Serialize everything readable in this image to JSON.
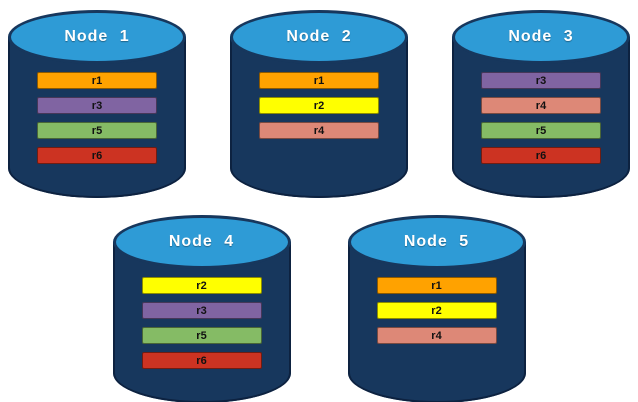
{
  "palette": {
    "cylinder_body": "#17375D",
    "cylinder_top": "#2E9BD6",
    "r1": "#FFA200",
    "r2": "#FFFF00",
    "r3": "#8064A2",
    "r4": "#DD8877",
    "r5": "#85BB65",
    "r6": "#CC3322"
  },
  "nodes": [
    {
      "title": "Node 1",
      "records": [
        {
          "label": "r1",
          "color": "#FFA200"
        },
        {
          "label": "r3",
          "color": "#8064A2"
        },
        {
          "label": "r5",
          "color": "#85BB65"
        },
        {
          "label": "r6",
          "color": "#CC3322"
        }
      ]
    },
    {
      "title": "Node 2",
      "records": [
        {
          "label": "r1",
          "color": "#FFA200"
        },
        {
          "label": "r2",
          "color": "#FFFF00"
        },
        {
          "label": "r4",
          "color": "#DD8877"
        }
      ]
    },
    {
      "title": "Node 3",
      "records": [
        {
          "label": "r3",
          "color": "#8064A2"
        },
        {
          "label": "r4",
          "color": "#DD8877"
        },
        {
          "label": "r5",
          "color": "#85BB65"
        },
        {
          "label": "r6",
          "color": "#CC3322"
        }
      ]
    },
    {
      "title": "Node 4",
      "records": [
        {
          "label": "r2",
          "color": "#FFFF00"
        },
        {
          "label": "r3",
          "color": "#8064A2"
        },
        {
          "label": "r5",
          "color": "#85BB65"
        },
        {
          "label": "r6",
          "color": "#CC3322"
        }
      ]
    },
    {
      "title": "Node 5",
      "records": [
        {
          "label": "r1",
          "color": "#FFA200"
        },
        {
          "label": "r2",
          "color": "#FFFF00"
        },
        {
          "label": "r4",
          "color": "#DD8877"
        }
      ]
    }
  ]
}
